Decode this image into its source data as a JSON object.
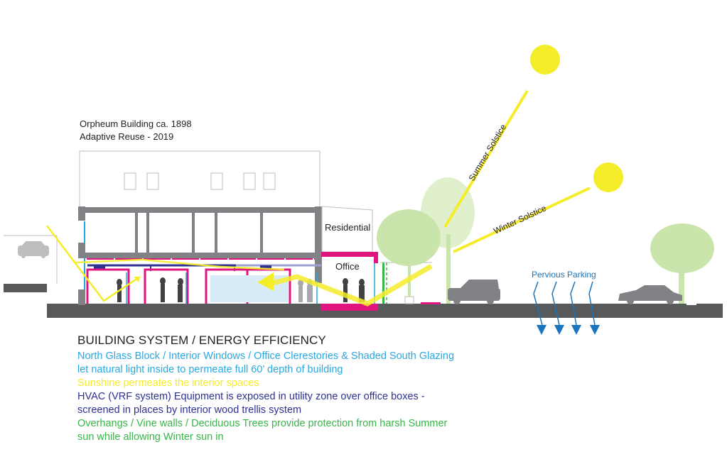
{
  "caption": {
    "line1": "Orpheum Building ca. 1898",
    "line2": "Adaptive Reuse - 2019"
  },
  "labels": {
    "residential": "Residential",
    "office": "Office",
    "summer_solstice": "Summer Solstice",
    "winter_solstice": "Winter Solstice",
    "pervious_parking": "Pervious Parking"
  },
  "legend": {
    "title": "BUILDING SYSTEM / ENERGY EFFICIENCY",
    "items": [
      {
        "color_key": "blue",
        "lines": [
          "North Glass Block / Interior Windows / Office Clerestories & Shaded South Glazing",
          "let natural light inside to permeate full 60’ depth of building"
        ]
      },
      {
        "color_key": "yellow",
        "lines": [
          "Sunshine permeates the interior spaces"
        ]
      },
      {
        "color_key": "navy",
        "lines": [
          "HVAC (VRF system) Equipment is exposed in utility zone over office boxes -",
          "screened in places by interior wood trellis system"
        ]
      },
      {
        "color_key": "green",
        "lines": [
          "Overhangs / Vine walls / Deciduous Trees provide protection from harsh Summer",
          "sun while allowing Winter sun in"
        ]
      }
    ]
  },
  "colors": {
    "glazing_blue": "#29a8df",
    "sun_yellow": "#f5ec2a",
    "hvac_navy": "#2e3192",
    "vegetation_green": "#39b54a",
    "office_magenta": "#e0157f",
    "structure_gray": "#808285",
    "ground_dark": "#58595b",
    "tree_light_green": "#c5e3a2"
  }
}
